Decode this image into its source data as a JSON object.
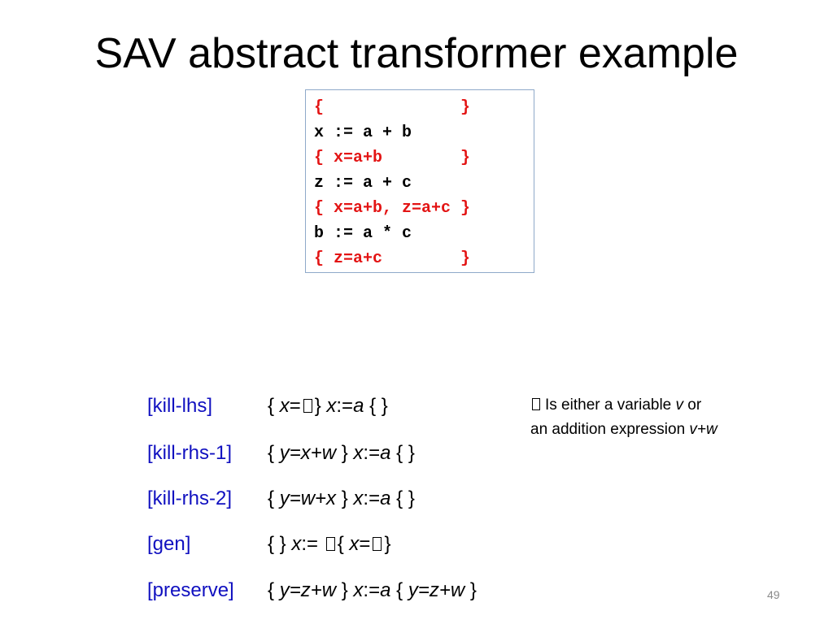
{
  "slide": {
    "title": "SAV abstract transformer example",
    "page_number": "49"
  },
  "code_box": {
    "lines": [
      {
        "kind": "assert",
        "text": "{              }"
      },
      {
        "kind": "stmt",
        "text": "x := a + b"
      },
      {
        "kind": "assert",
        "text": "{ x=a+b        }"
      },
      {
        "kind": "stmt",
        "text": "z := a + c"
      },
      {
        "kind": "assert",
        "text": "{ x=a+b, z=a+c }"
      },
      {
        "kind": "stmt",
        "text": "b := a * c"
      },
      {
        "kind": "assert",
        "text": "{ z=a+c        }"
      }
    ]
  },
  "rules": [
    {
      "name": "[kill-lhs]",
      "parts": [
        {
          "t": "{ "
        },
        {
          "t": "x",
          "i": true
        },
        {
          "t": "="
        },
        {
          "box": true
        },
        {
          "t": "} "
        },
        {
          "t": "x",
          "i": true
        },
        {
          "t": ":="
        },
        {
          "t": "a",
          "i": true
        },
        {
          "t": " { }"
        }
      ]
    },
    {
      "name": "[kill-rhs-1]",
      "parts": [
        {
          "t": "{ "
        },
        {
          "t": "y=x+w",
          "i": true
        },
        {
          "t": " } "
        },
        {
          "t": "x",
          "i": true
        },
        {
          "t": ":="
        },
        {
          "t": "a",
          "i": true
        },
        {
          "t": " { }"
        }
      ]
    },
    {
      "name": "[kill-rhs-2]",
      "parts": [
        {
          "t": "{ "
        },
        {
          "t": "y=w+x",
          "i": true
        },
        {
          "t": " } "
        },
        {
          "t": "x",
          "i": true
        },
        {
          "t": ":="
        },
        {
          "t": "a",
          "i": true
        },
        {
          "t": " { }"
        }
      ]
    },
    {
      "name": "[gen]",
      "parts": [
        {
          "t": "{ } "
        },
        {
          "t": "x",
          "i": true
        },
        {
          "t": ":= "
        },
        {
          "box": true
        },
        {
          "t": "{ "
        },
        {
          "t": "x",
          "i": true
        },
        {
          "t": "="
        },
        {
          "box": true
        },
        {
          "t": "}"
        }
      ]
    },
    {
      "name": "[preserve]",
      "parts": [
        {
          "t": "{ "
        },
        {
          "t": "y=z+w",
          "i": true
        },
        {
          "t": " } "
        },
        {
          "t": "x",
          "i": true
        },
        {
          "t": ":="
        },
        {
          "t": "a",
          "i": true
        },
        {
          "t": " { "
        },
        {
          "t": "y=z+w",
          "i": true
        },
        {
          "t": " }"
        }
      ]
    }
  ],
  "note": {
    "line1_prefix": "Is either a variable ",
    "line1_var": "v",
    "line1_suffix": " or",
    "line2_prefix": "an addition expression ",
    "line2_expr": "v+w"
  },
  "colors": {
    "assertion": "#e31414",
    "rule_name": "#1010c0",
    "box_border": "#8fa9c9",
    "page_number": "#8a8a8a"
  }
}
